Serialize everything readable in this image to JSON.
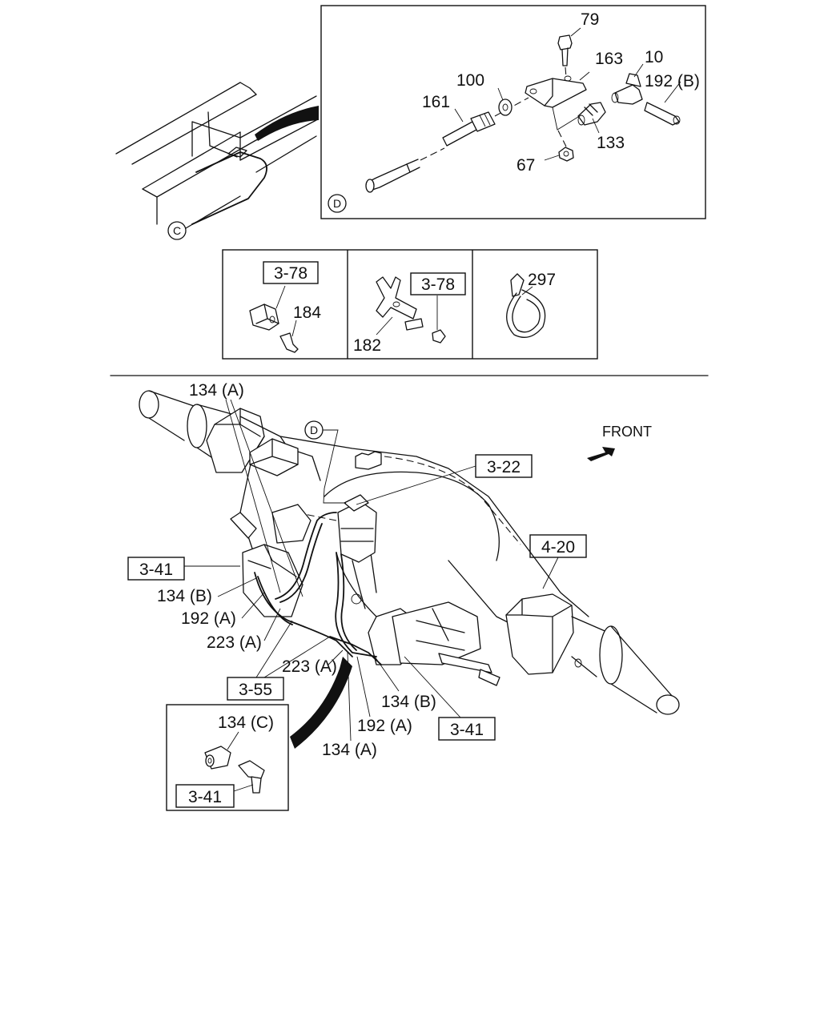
{
  "detail_markers": {
    "c": "C",
    "d": "D"
  },
  "direction": {
    "front": "FRONT"
  },
  "top_detail": {
    "p79": "79",
    "p163": "163",
    "p10": "10",
    "p192b": "192 (B)",
    "p100": "100",
    "p161": "161",
    "p133": "133",
    "p67": "67"
  },
  "mid_panels": {
    "ref_378_a": "3-78",
    "p184": "184",
    "ref_378_b": "3-78",
    "p182": "182",
    "p297": "297"
  },
  "main_view": {
    "p134a_top": "134 (A)",
    "ref_322": "3-22",
    "ref_420": "4-20",
    "ref_341_left": "3-41",
    "p134b_left": "134 (B)",
    "p192a_left": "192 (A)",
    "p223a_left": "223 (A)",
    "p223a_mid": "223 (A)",
    "ref_355": "3-55",
    "p134b_right": "134 (B)",
    "p192a_right": "192 (A)",
    "ref_341_right": "3-41",
    "p134a_bottom": "134 (A)"
  },
  "inset": {
    "p134c": "134 (C)",
    "ref_341": "3-41"
  }
}
